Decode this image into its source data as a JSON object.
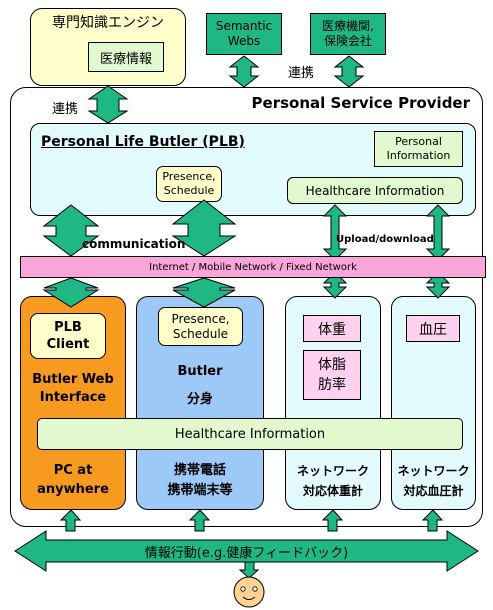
{
  "expert": {
    "title": "専門知識エンジン",
    "medical_info": "医療情報"
  },
  "semantic_webs": "Semantic\nWebs",
  "institutions": "医療機関,\n保険会社",
  "link_top_right": "連携",
  "link_top_left": "連携",
  "provider_title": "Personal Service Provider",
  "plb": {
    "title": "Personal Life Butler (PLB)",
    "personal_information": "Personal\nInformation",
    "presence_schedule": "Presence,\nSchedule",
    "healthcare_information": "Healthcare Information"
  },
  "communication_label": "communication",
  "upload_download_label": "Upload/download",
  "network_bar": "Internet / Mobile Network / Fixed Network",
  "pc": {
    "plb_client": "PLB\nClient",
    "butler_web_interface": "Butler Web\nInterface",
    "location": "PC at\nanywhere"
  },
  "mobile": {
    "presence_schedule": "Presence,\nSchedule",
    "butler": "Butler",
    "bunshin": "分身",
    "device": "携帯電話\n携帯端末等"
  },
  "scale": {
    "weight": "体重",
    "body_fat": "体脂\n肪率",
    "device": "ネットワーク\n対応体重計"
  },
  "bp": {
    "blood_pressure": "血圧",
    "device": "ネットワーク\n対応血圧計"
  },
  "healthcare_bar": "Healthcare Information",
  "feedback_bar": "情報行動(e.g.健康フィードバック)",
  "colors": {
    "arrow_green": "#1fb885",
    "expert_yellow": "#ffffcc",
    "light_green": "#e2f8cf",
    "plb_cyan": "#e4fbfd",
    "network_pink": "#f9a5d9",
    "pc_orange": "#f89a1f",
    "mobile_blue": "#9cc9f7",
    "pale_pink": "#fdd1ef",
    "face_peach": "#fcd48f"
  }
}
